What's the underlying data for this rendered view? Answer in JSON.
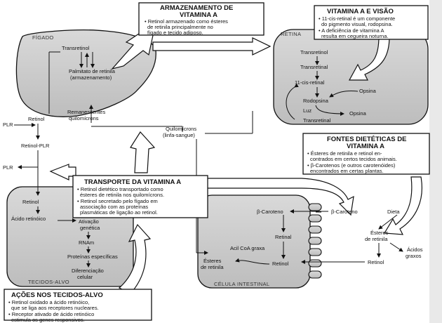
{
  "storage_box": {
    "title": [
      "ARMAZENAMENTO DE",
      "VITAMINA A"
    ],
    "bullets": [
      [
        "Retinol armazenado como ésteres",
        "de retinila principalmente no",
        "fígado e tecido adiposo."
      ]
    ]
  },
  "vision_box": {
    "title": [
      "VITAMINA A E VISÃO"
    ],
    "bullets": [
      [
        "11-cis-retinal é um componente",
        "do pigmento visual, rodopsina."
      ],
      [
        "A deficiência de vitamina A",
        "resulta em cegueira noturna."
      ]
    ]
  },
  "diet_box": {
    "title": [
      "FONTES DIETÉTICAS DE",
      "VITAMINA A"
    ],
    "bullets": [
      [
        "Ésteres de retinila e retinol en-",
        "contrados em certos tecidos animais."
      ],
      [
        "β-Carotenos (e outros carotenóides)",
        "encontrados em certas plantas."
      ]
    ]
  },
  "transport_box": {
    "title": [
      "TRANSPORTE DA VITAMINA A"
    ],
    "bullets": [
      [
        "Retinol dietético transportado como",
        "ésteres de retinila nos quilomícrons."
      ],
      [
        "Retinol secretado pelo fígado em",
        "associação com as proteínas",
        "plasmáticas de ligação ao retinol."
      ]
    ]
  },
  "tissue_box": {
    "title": [
      "AÇÕES NOS TECIDOS-ALVO"
    ],
    "bullets": [
      [
        "Retinol oxidado a ácido retinóico,",
        "que se liga aos receptores nucleares."
      ],
      [
        "Receptor ativado de ácido retinóico",
        "estimula os genes responsivos."
      ]
    ]
  },
  "organs": {
    "liver": "FÍGADO",
    "retina": "RETINA",
    "target": "TECIDOS-ALVO",
    "intestine": "CÉLULA INTESTINAL"
  },
  "liver": {
    "transretinol": "Transretinol",
    "palmitate": [
      "Palmitato de retinila",
      "(armazenamento)"
    ],
    "retinol": "Retinol",
    "remnants": [
      "Remanescentes",
      "quilomícrons"
    ]
  },
  "retina": {
    "n1": "Transretinol",
    "n2": "Transretinal",
    "n3": "11-cis-retinal",
    "opsin1": "Opsina",
    "rhodopsin": "Rodopsina",
    "light": "Luz",
    "opsin2": "Opsina",
    "n4": "Transretinal"
  },
  "blood": {
    "plr_top": "PLR",
    "retinol_plr": "Retinol-PLR",
    "plr_left": "PLR",
    "chylo": [
      "Quilomícrons",
      "(linfa-sangue)"
    ]
  },
  "target": {
    "retinol": "Retinol",
    "acid": "Ácido retinóico",
    "activation": [
      "Ativação",
      "genética"
    ],
    "rna": "RNAm",
    "proteins": [
      "Proteínas específicas"
    ],
    "differentiation": [
      "Diferenciação",
      "celular"
    ]
  },
  "intestine": {
    "bc1": "β-Caroteno",
    "bc2": "β-Caroteno",
    "retinal": "Retinal",
    "acyl": "Acil CoA graxa",
    "esters": [
      "Ésteres",
      "de retinila"
    ],
    "retinol": "Retinol"
  },
  "diet": {
    "diet": "Dieta",
    "esters": [
      "Ésteres",
      "de retinila"
    ],
    "acids": [
      "Ácidos",
      "graxos"
    ],
    "retinol": "Retinol"
  }
}
